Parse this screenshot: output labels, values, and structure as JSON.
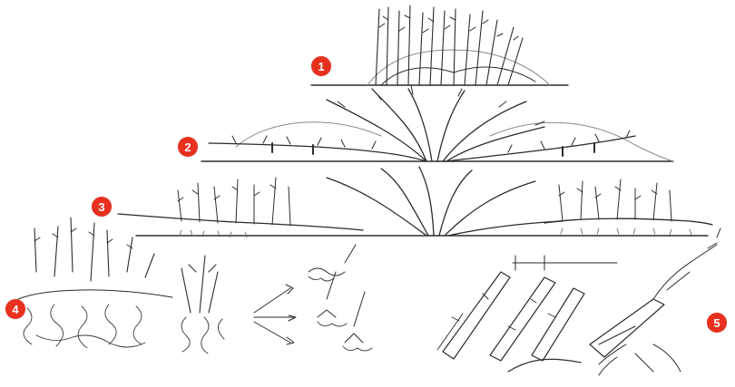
{
  "badges": {
    "b1": "1",
    "b2": "2",
    "b3": "3",
    "b4": "4",
    "b5": "5"
  },
  "colors": {
    "badge": "#e8301e",
    "ink": "#2b2b2b",
    "soil": "#9a9a9a"
  },
  "icons": [
    "bush-drawing",
    "layering-drawing",
    "division-drawing",
    "cuttings-drawing",
    "planted-cutting-drawing"
  ]
}
